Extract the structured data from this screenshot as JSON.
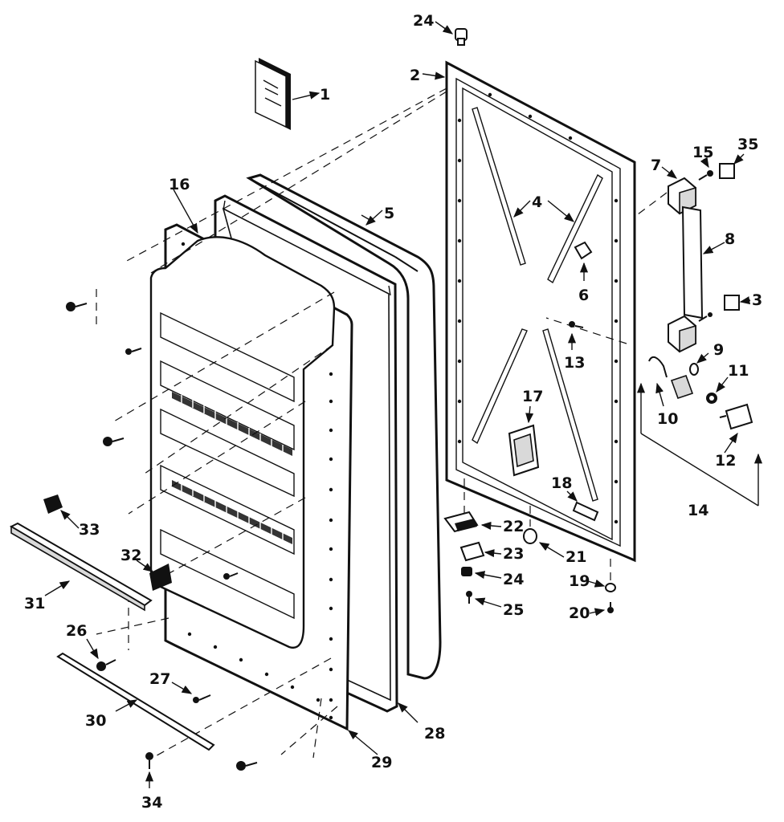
{
  "diagram": {
    "type": "exploded-parts-view",
    "labels": {
      "p1": "1",
      "p2": "2",
      "p3": "3",
      "p4": "4",
      "p5": "5",
      "p6": "6",
      "p7": "7",
      "p8": "8",
      "p9": "9",
      "p10": "10",
      "p11": "11",
      "p12": "12",
      "p13": "13",
      "p14": "14",
      "p15": "15",
      "p16": "16",
      "p17": "17",
      "p18": "18",
      "p19": "19",
      "p20": "20",
      "p21": "21",
      "p22": "22",
      "p23": "23",
      "p24_top": "24",
      "p24_bottom": "24",
      "p25": "25",
      "p26": "26",
      "p27": "27",
      "p28": "28",
      "p29": "29",
      "p30": "30",
      "p31": "31",
      "p32": "32",
      "p33": "33",
      "p34": "34",
      "p35": "35"
    }
  }
}
